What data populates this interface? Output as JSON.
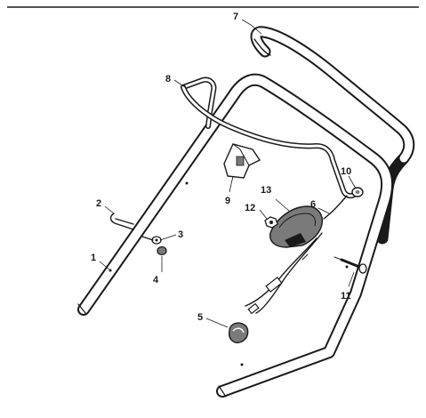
{
  "callouts": {
    "c1": "1",
    "c2": "2",
    "c3": "3",
    "c4": "4",
    "c5": "5",
    "c6": "6",
    "c7": "7",
    "c8": "8",
    "c9": "9",
    "c10": "10",
    "c11": "11",
    "c12": "12",
    "c13": "13"
  },
  "colors": {
    "ink": "#1a1a1a",
    "fill": "#ffffff",
    "shade": "#7a7a7a"
  }
}
